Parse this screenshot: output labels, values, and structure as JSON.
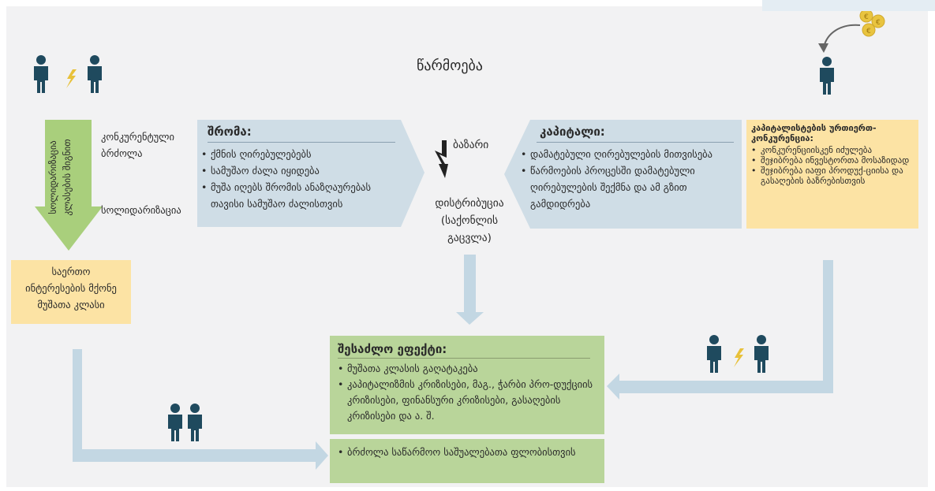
{
  "title": "წარმოება",
  "left": {
    "competition": [
      "კონკურენტული",
      "ბრძოლა"
    ],
    "solidarization": "სოლიდარიზაცია",
    "arrow_text": [
      "სოლიდარიზაცია",
      "კლასების შიგნით"
    ],
    "common_box": [
      "საერთო",
      "ინტერესების მქონე",
      "მუშათა კლასი"
    ]
  },
  "labor": {
    "heading": "შრომა:",
    "items": [
      "ქმნის ღირებულებებს",
      "სამუშაო ძალა იყიდება",
      "მუშა იღებს შრომის ანაზღაურებას თავისი სამუშაო ძალისთვის"
    ]
  },
  "center": {
    "market": "ბაზარი",
    "distribution": [
      "დისტრიბუცია",
      "(საქონლის",
      "გაცვლა)"
    ]
  },
  "capital": {
    "heading": "კაპიტალი:",
    "items": [
      "დამატებული ღირებულების მითვისება",
      "წარმოების პროცესში დამატებული ღირებულების შექმნა და ამ გზით გამდიდრება"
    ]
  },
  "capitalists": {
    "heading": "კაპიტალისტების ურთიერთ-კონკურენცია:",
    "items": [
      "კონკურენციისკენ იძულება",
      "შეჯიბრება ინვესტორთა მოსაზიდად",
      "შეჯიბრება იაფი პროდუქ-ციისა და გასაღების ბაზრებისთვის"
    ]
  },
  "effects": {
    "heading": "შესაძლო ეფექტი:",
    "items": [
      "მუშათა კლასის გაღატაკება",
      "კაპიტალიზმის კრიზისები, მაგ., ჭარბი პრო-დუქციის კრიზისები, ფინანსური კრიზისები, გასაღების კრიზისები და ა. შ."
    ]
  },
  "struggle": {
    "items": [
      "ბრძოლა საწარმოო საშუალებათა ფლობისთვის"
    ]
  },
  "colors": {
    "blue_box": "#cfdde6",
    "green_box": "#b9d59a",
    "yellow_box": "#fce3a4",
    "green_arrow": "#a9cf7c",
    "connector": "#c3d7e3",
    "person": "#1f4a5e",
    "lightning": "#e8c13a"
  }
}
